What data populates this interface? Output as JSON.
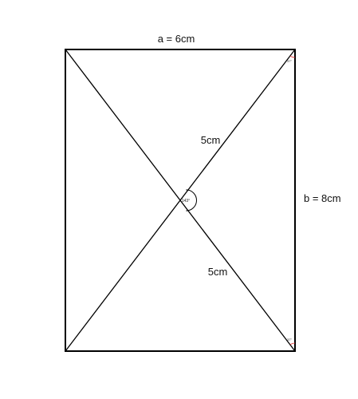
{
  "colors": {
    "line": "#000000",
    "text": "#111111",
    "small_angle_arc": "#e03030"
  },
  "labels": {
    "side_a": "a = 6cm",
    "side_b": "b = 8cm",
    "segment_upper": "5cm",
    "segment_lower": "5cm",
    "center_angle": "143°",
    "corner_angle_top": "37°",
    "corner_angle_bottom": "37°"
  }
}
